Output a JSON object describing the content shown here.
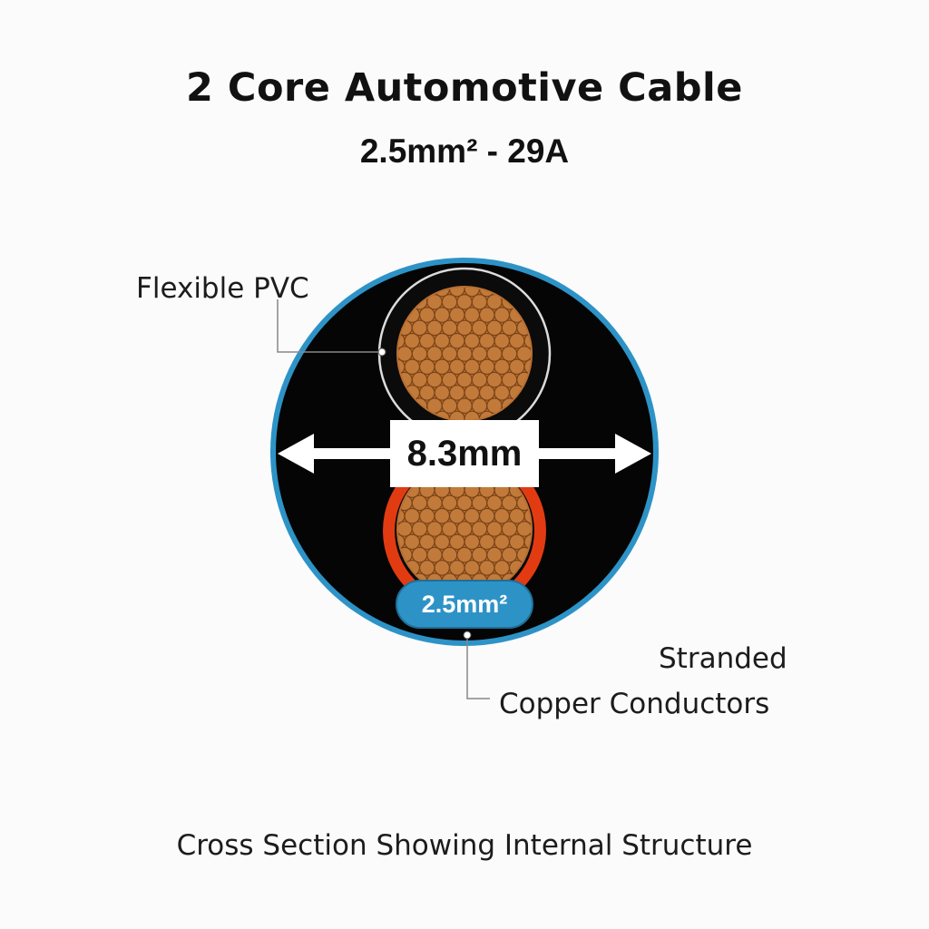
{
  "header": {
    "title": "2 Core Automotive Cable",
    "subtitle": "2.5mm² - 29A"
  },
  "labels": {
    "insulation": "Flexible PVC",
    "conductor_line1": "Stranded",
    "conductor_line2": "Copper Conductors",
    "diameter": "8.3mm",
    "cross_section_size": "2.5mm²"
  },
  "caption": "Cross Section Showing Internal Structure",
  "colors": {
    "sheath": "#050505",
    "sheath_ring": "#2d93c7",
    "core1_insulation": "#e0e0e0",
    "core2_insulation": "#e23b12",
    "copper": "#c27a3a",
    "copper_strand_outline": "#7a4418"
  }
}
